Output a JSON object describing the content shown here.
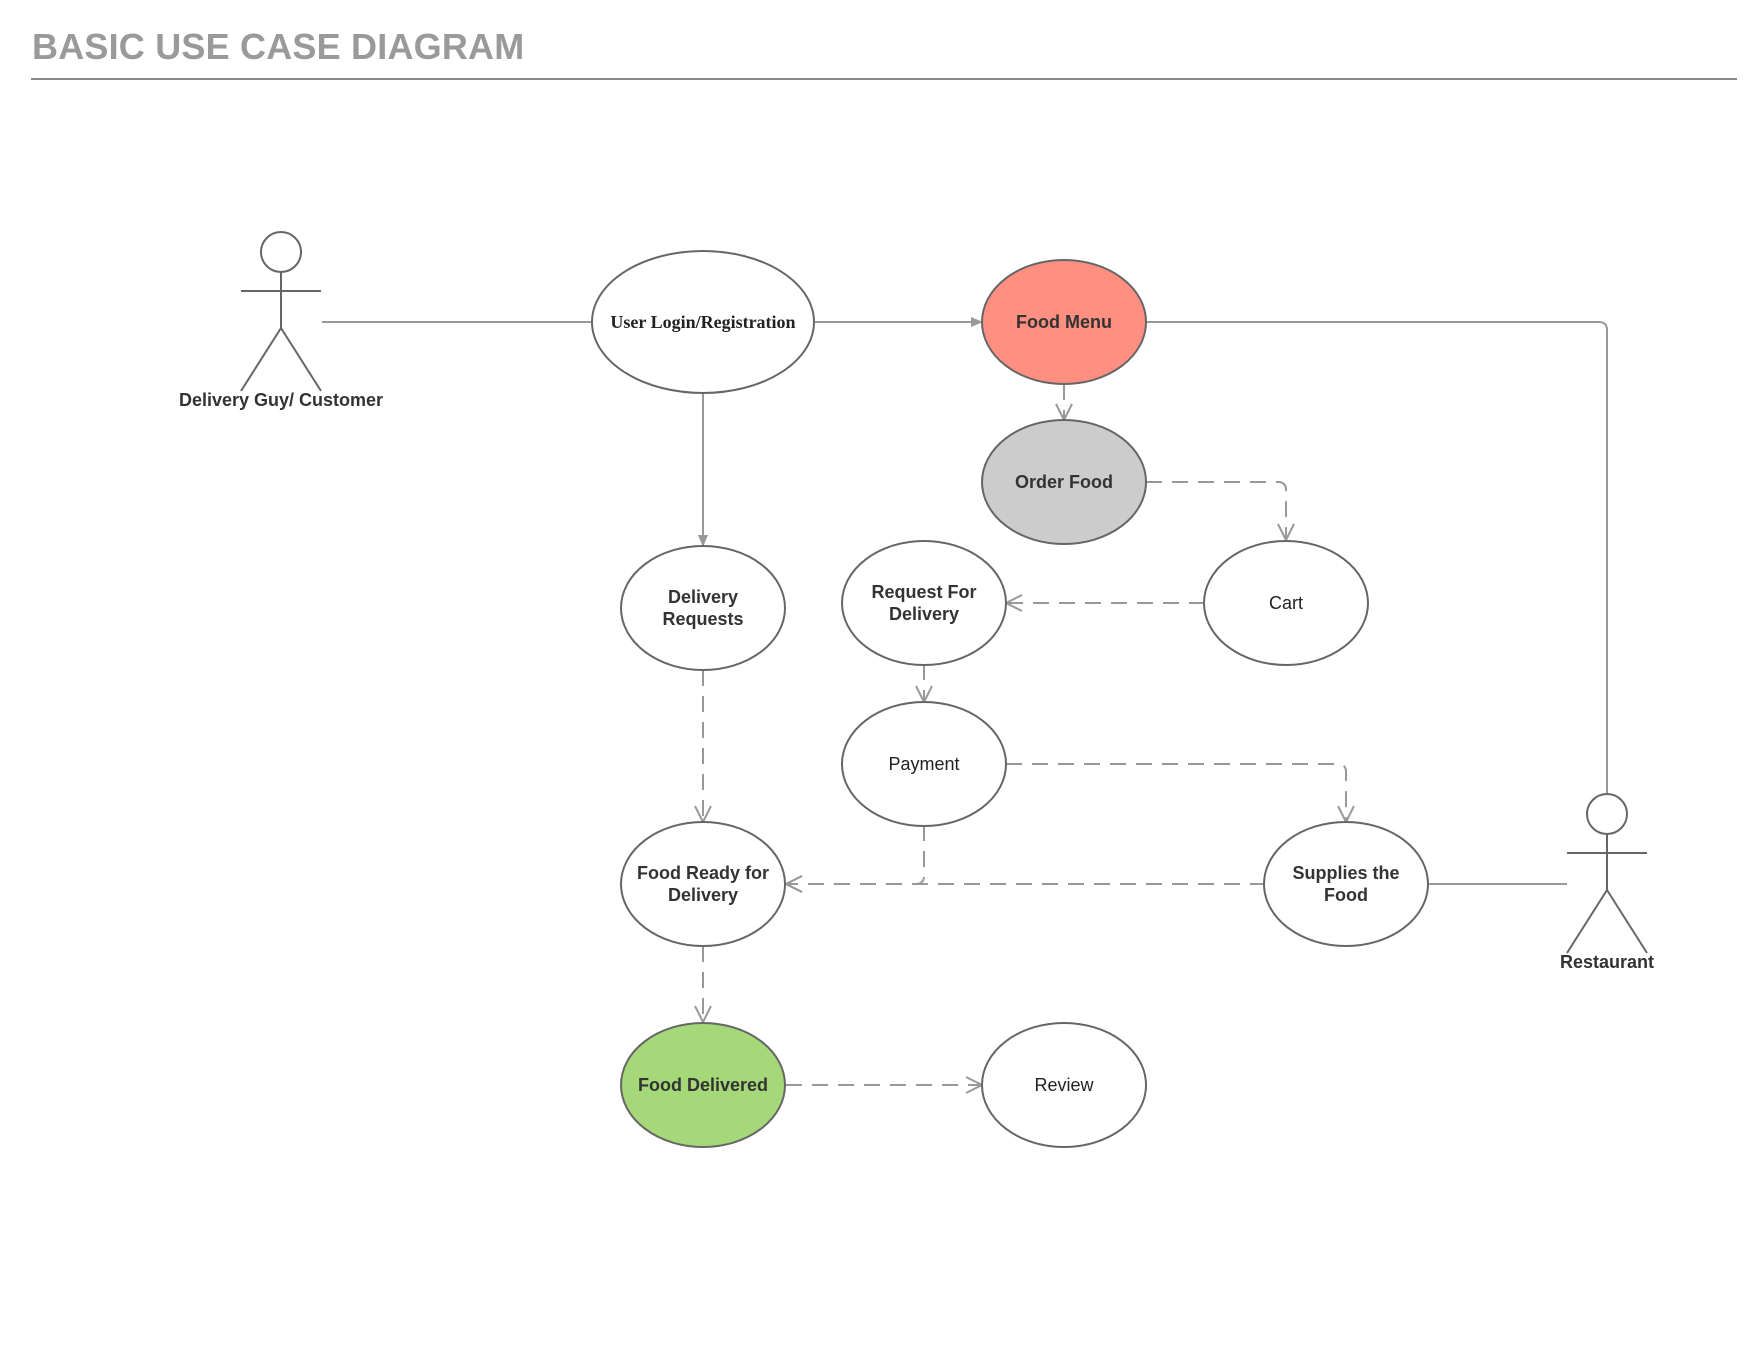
{
  "title": "BASIC USE CASE DIAGRAM",
  "actors": [
    {
      "id": "customer",
      "label": "Delivery Guy/ Customer"
    },
    {
      "id": "restaurant",
      "label": "Restaurant"
    }
  ],
  "use_cases": [
    {
      "id": "login",
      "lines": [
        "User Login/Registration"
      ],
      "fill": "#ffffff"
    },
    {
      "id": "menu",
      "lines": [
        "Food Menu"
      ],
      "fill": "#ff8f80"
    },
    {
      "id": "order",
      "lines": [
        "Order Food"
      ],
      "fill": "#cccccc"
    },
    {
      "id": "delreq",
      "lines": [
        "Delivery",
        "Requests"
      ],
      "fill": "#ffffff"
    },
    {
      "id": "reqdel",
      "lines": [
        "Request For",
        "Delivery"
      ],
      "fill": "#ffffff"
    },
    {
      "id": "cart",
      "lines": [
        "Cart"
      ],
      "fill": "#ffffff"
    },
    {
      "id": "payment",
      "lines": [
        "Payment"
      ],
      "fill": "#ffffff"
    },
    {
      "id": "ready",
      "lines": [
        "Food Ready for",
        "Delivery"
      ],
      "fill": "#ffffff"
    },
    {
      "id": "supplies",
      "lines": [
        "Supplies the",
        "Food"
      ],
      "fill": "#ffffff"
    },
    {
      "id": "delivered",
      "lines": [
        "Food Delivered"
      ],
      "fill": "#a5d878"
    },
    {
      "id": "review",
      "lines": [
        "Review"
      ],
      "fill": "#ffffff"
    }
  ],
  "colors": {
    "stroke": "#666666",
    "connector": "#999999",
    "title": "#9a9a9a"
  }
}
